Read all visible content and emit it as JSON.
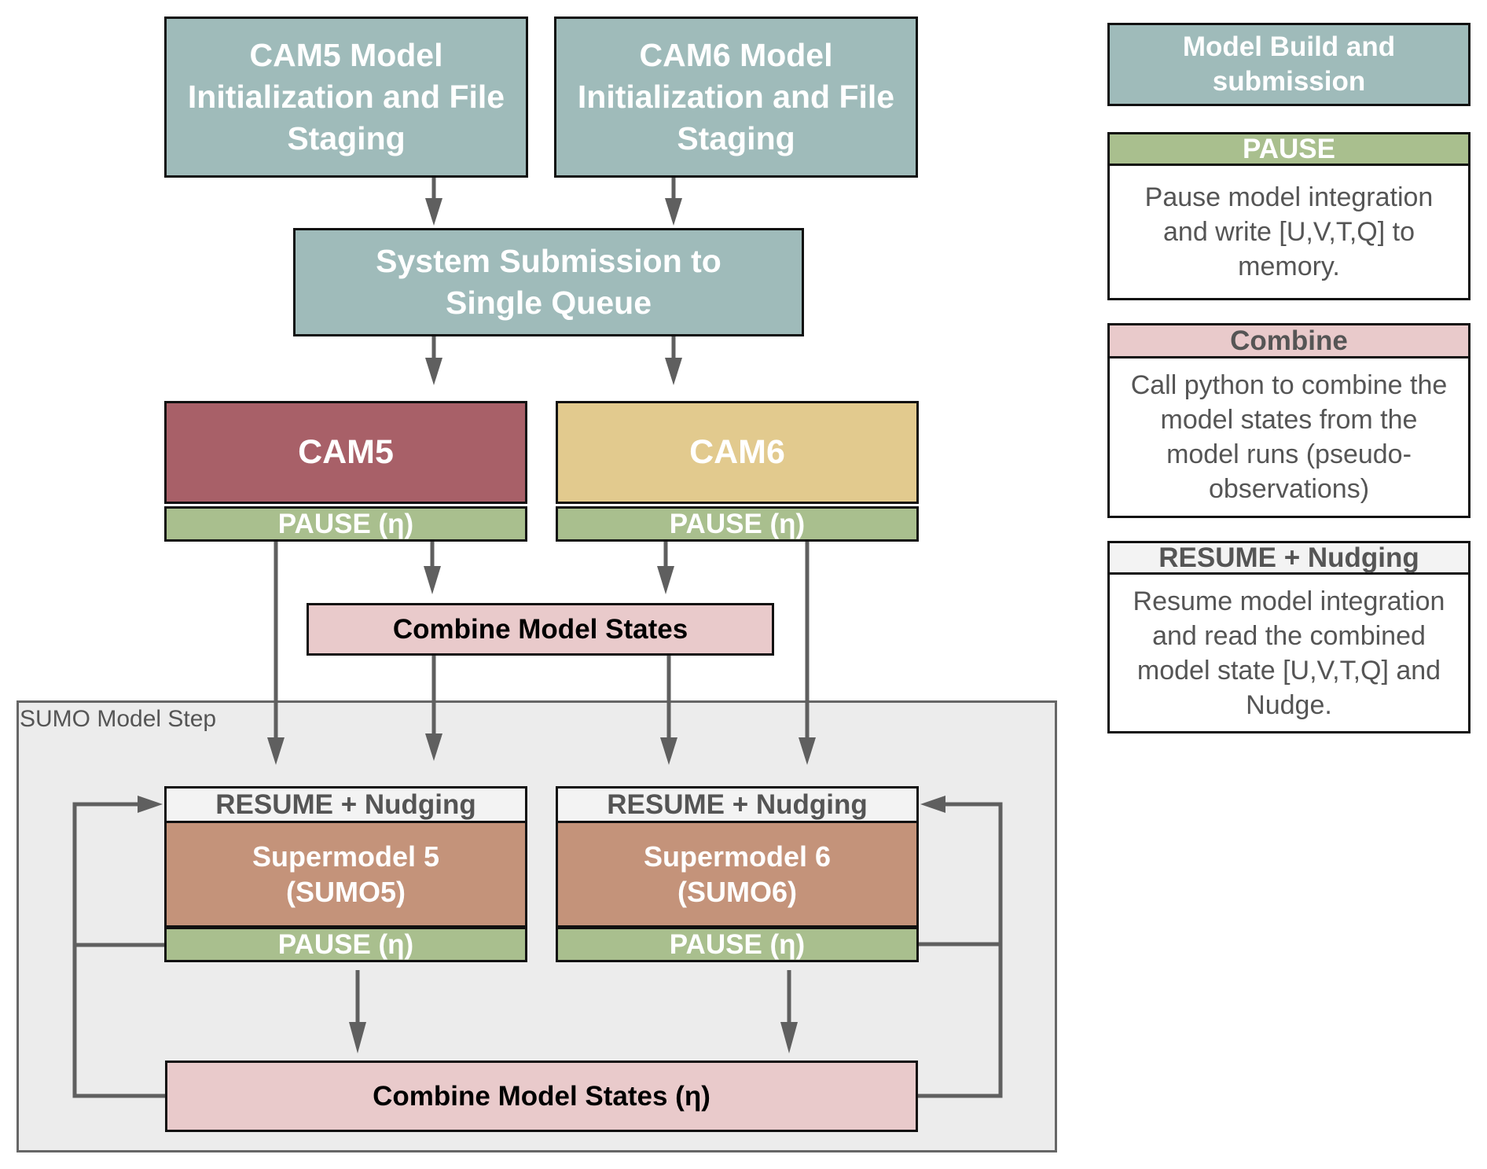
{
  "flow": {
    "cam5_init": "CAM5 Model Initialization and File Staging",
    "cam6_init": "CAM6 Model Initialization and File Staging",
    "system_submission": "System Submission to Single Queue",
    "cam5": "CAM5",
    "cam6": "CAM6",
    "pause_eta": "PAUSE (η)",
    "combine_model_states": "Combine Model States",
    "sumo_step_label": "SUMO Model Step",
    "resume_nudging": "RESUME + Nudging",
    "supermodel5_line1": "Supermodel 5",
    "supermodel5_line2": "(SUMO5)",
    "supermodel6_line1": "Supermodel 6",
    "supermodel6_line2": "(SUMO6)",
    "combine_model_states_eta": "Combine Model States (η)"
  },
  "legend": {
    "model_build": "Model Build and submission",
    "pause_title": "PAUSE",
    "pause_desc": "Pause model integration and write [U,V,T,Q] to memory.",
    "combine_title": "Combine",
    "combine_desc": "Call python to combine the model states from the model runs (pseudo-observations)",
    "resume_title": "RESUME + Nudging",
    "resume_desc": "Resume model integration and read the combined model state [U,V,T,Q] and Nudge."
  },
  "colors": {
    "model_build": "#9fbbba",
    "cam5": "#a86068",
    "cam6": "#e2ca8e",
    "pause": "#a9bf8e",
    "combine": "#e9cacb",
    "resume": "#f3f3f3",
    "supermodel": "#c4937a",
    "sumo_frame": "#ececec",
    "arrow": "#5f5f5f"
  }
}
